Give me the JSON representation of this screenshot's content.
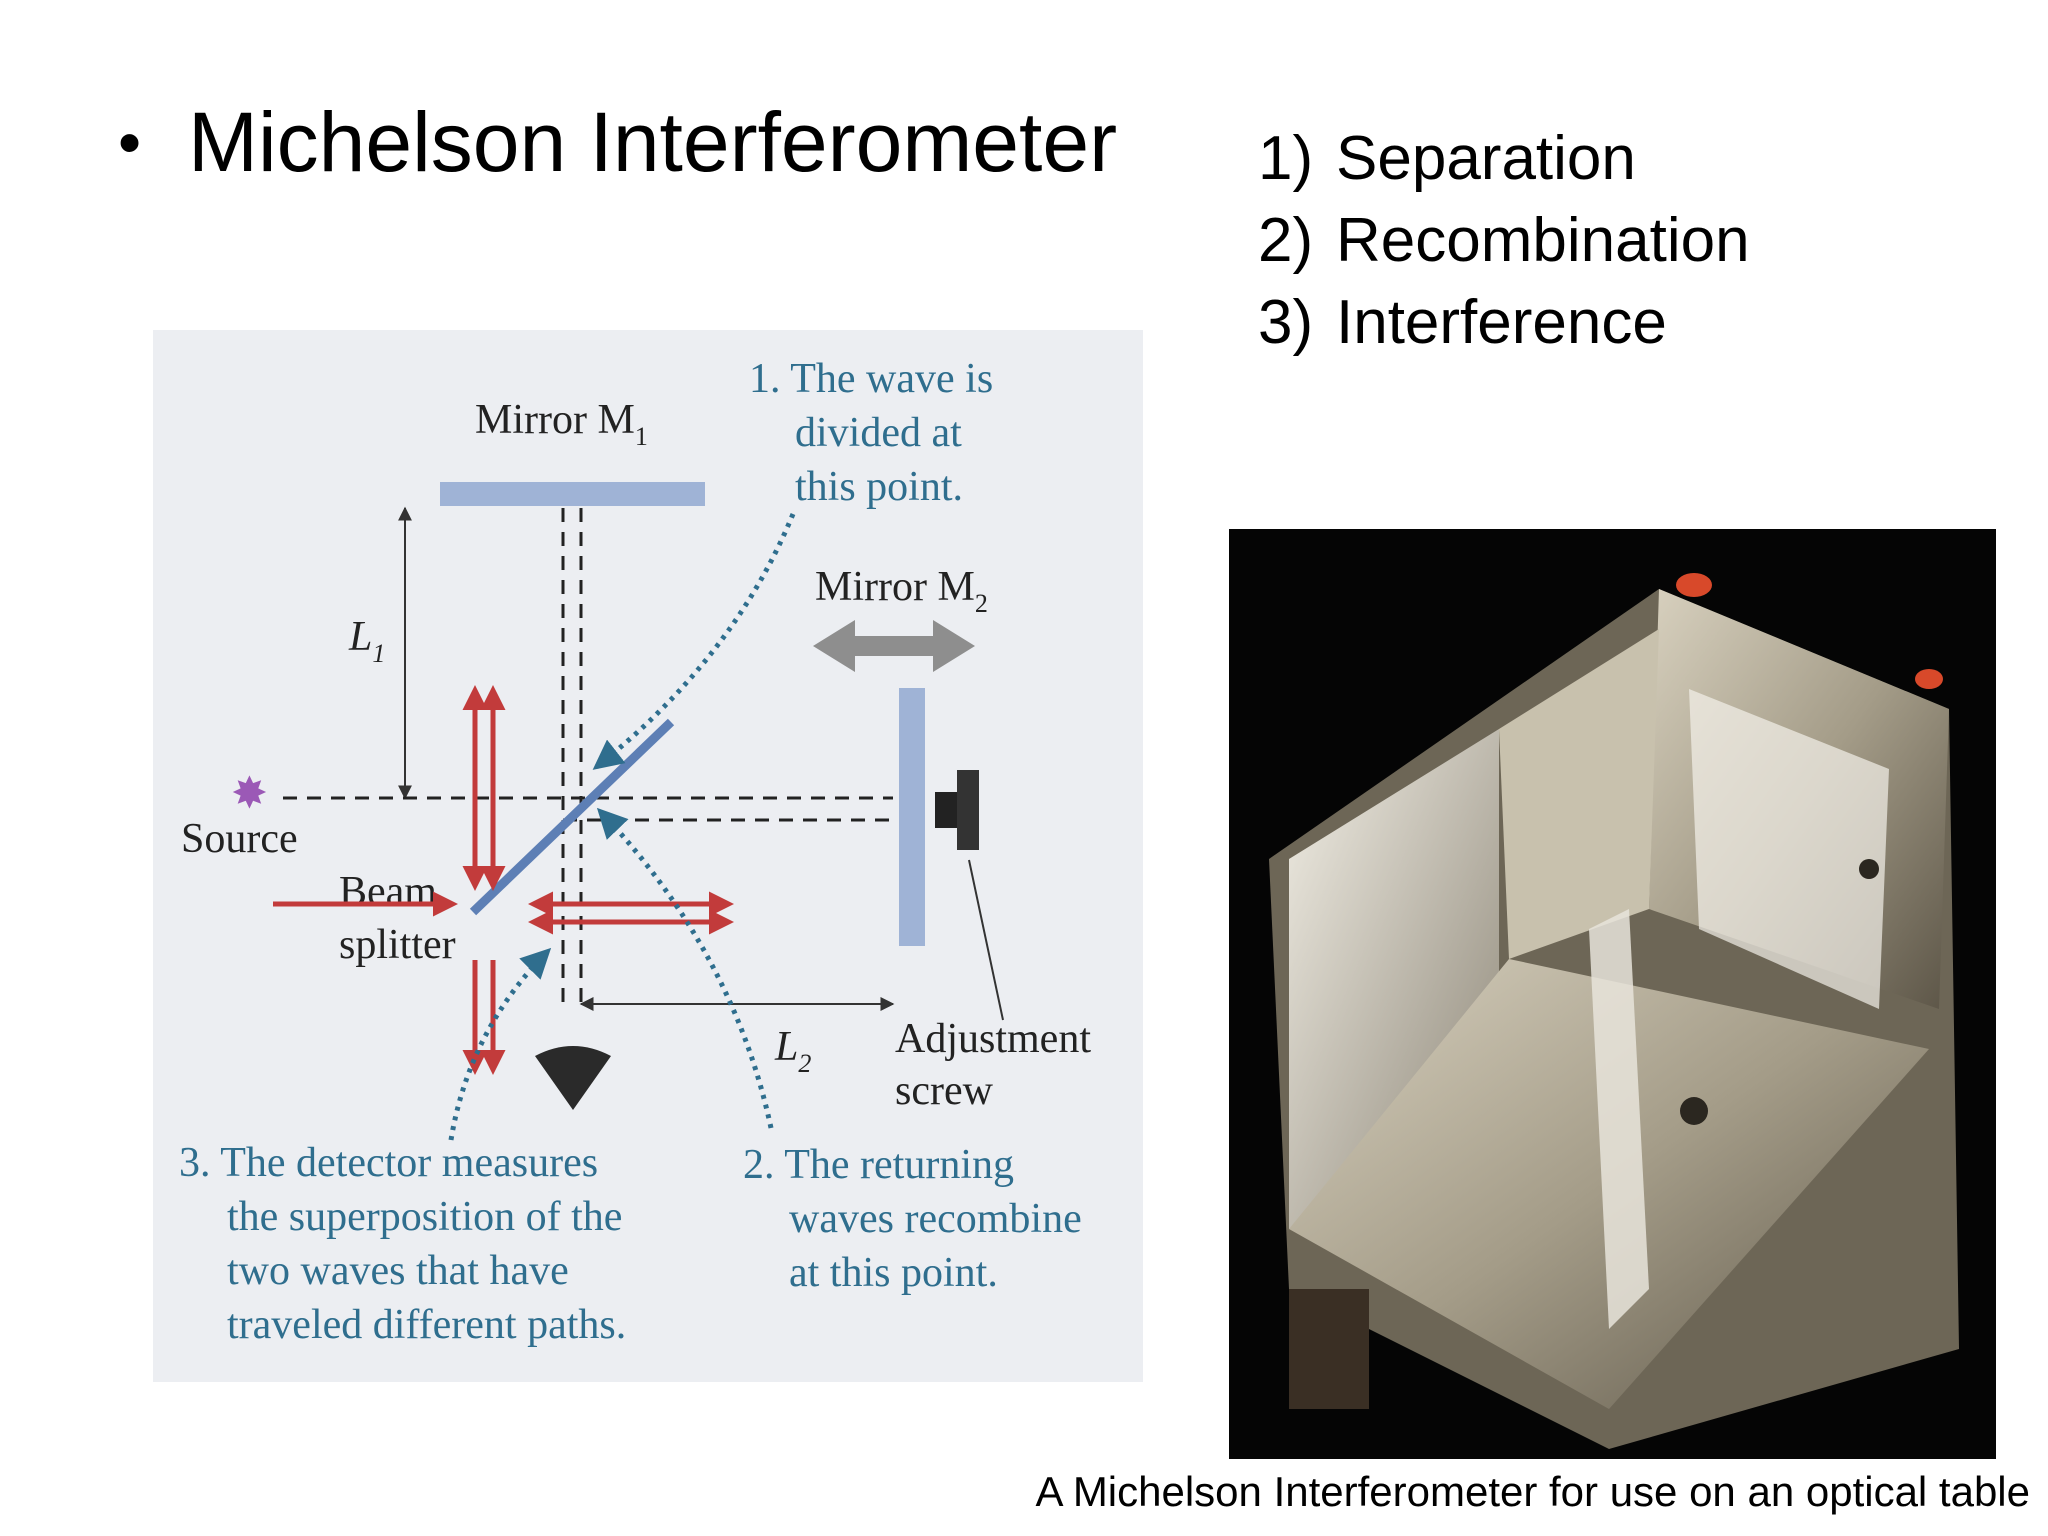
{
  "title": {
    "bullet": "•",
    "text": "Michelson Interferometer"
  },
  "steps": [
    {
      "num": "1)",
      "label": "Separation"
    },
    {
      "num": "2)",
      "label": "Recombination"
    },
    {
      "num": "3)",
      "label": "Interference"
    }
  ],
  "diagram": {
    "mirror_m1": "Mirror M",
    "mirror_m1_sub": "1",
    "mirror_m2": "Mirror M",
    "mirror_m2_sub": "2",
    "l1": "L",
    "l1_sub": "1",
    "l2": "L",
    "l2_sub": "2",
    "source": "Source",
    "beam": "Beam",
    "splitter": "splitter",
    "adjustment": "Adjustment",
    "screw": "screw",
    "note1": [
      "1. The wave is",
      "divided at",
      "this point."
    ],
    "note2": [
      "2. The returning",
      "waves recombine",
      "at this point."
    ],
    "note3": [
      "3. The detector measures",
      "the superposition of the",
      "two waves that have",
      "traveled different paths."
    ]
  },
  "caption": "A Michelson Interferometer for use on an optical table",
  "colors": {
    "annotation": "#2f6e8e",
    "red_arrow": "#c23b3b",
    "mirror": "#9fb3d6"
  }
}
